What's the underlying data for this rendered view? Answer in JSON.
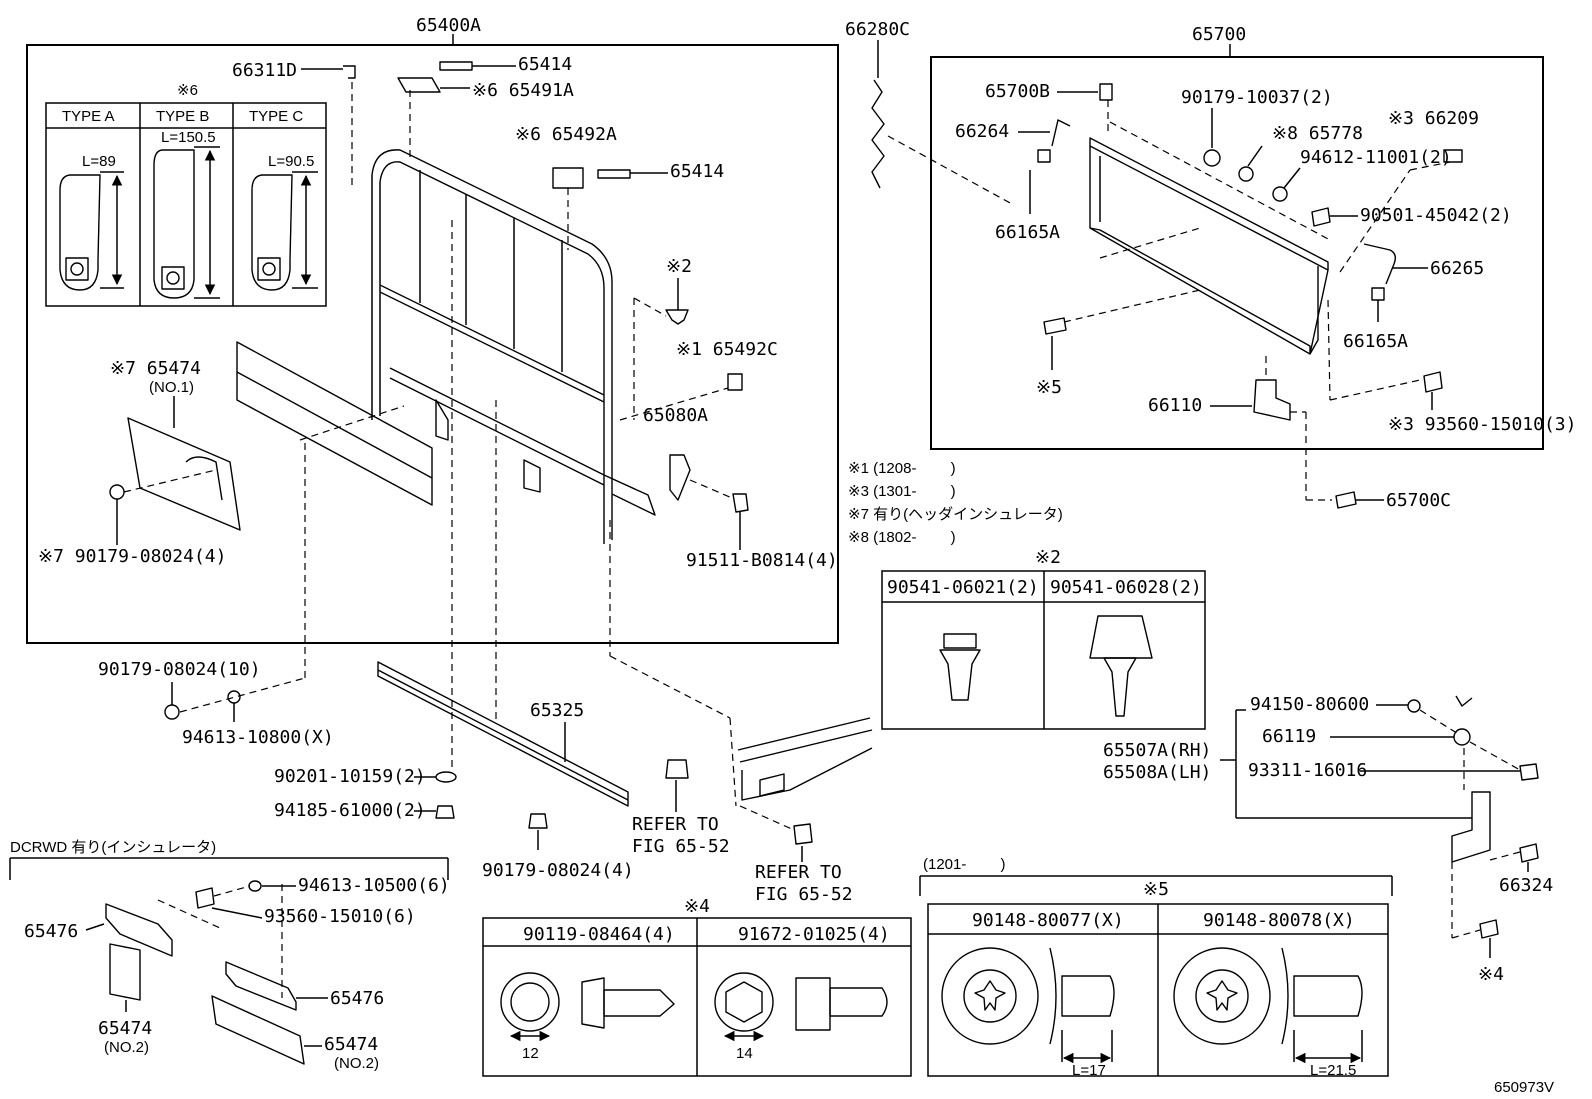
{
  "left_assembly": {
    "main": "65400A",
    "c66311D": "66311D",
    "c65414a": "65414",
    "c65491A": "※6 65491A",
    "c65492A": "※6 65492A",
    "c65414b": "65414",
    "m2": "※2",
    "c65492C": "※1 65492C",
    "c65080A": "65080A",
    "c65474": "※7 65474",
    "c65474_sub": "(NO.1)",
    "c90179_4": "※7 90179-08024(4)",
    "c91511": "91511-B0814(4)"
  },
  "type_table": {
    "title": "※6",
    "cols": [
      "TYPE A",
      "TYPE B",
      "TYPE C"
    ],
    "lengths": [
      "L=89",
      "L=150.5",
      "L=90.5"
    ]
  },
  "right_assembly": {
    "c66280C": "66280C",
    "main": "65700",
    "c65700B": "65700B",
    "c66264": "66264",
    "c66165A_l": "66165A",
    "c90179_10037": "90179-10037(2)",
    "c65778": "※8 65778",
    "c94612": "94612-11001(2)",
    "c66209": "※3 66209",
    "c90501": "90501-45042(2)",
    "c66265": "66265",
    "c66165A_r": "66165A",
    "m5": "※5",
    "c66110": "66110",
    "c93560_3": "※3 93560-15010(3)",
    "c65700C": "65700C"
  },
  "notes": [
    "※1 (1208-　　 )",
    "※3 (1301-　　 )",
    "※7 有り(ヘッダインシュレータ)",
    "※8 (1802-　　 )"
  ],
  "box2": {
    "title": "※2",
    "p1": "90541-06021(2)",
    "p2": "90541-06028(2)"
  },
  "lower": {
    "c90179_10": "90179-08024(10)",
    "c94613_x": "94613-10800(X)",
    "c65325": "65325",
    "c90201": "90201-10159(2)",
    "c94185": "94185-61000(2)",
    "c90179_4b": "90179-08024(4)",
    "ref1a": "REFER TO",
    "ref1b": "FIG 65-52",
    "ref2a": "REFER TO",
    "ref2b": "FIG 65-52"
  },
  "hinge": {
    "c94150": "94150-80600",
    "c66119": "66119",
    "c93311": "93311-16016",
    "c65507A": "65507A(RH)",
    "c65508A": "65508A(LH)",
    "c66324": "66324",
    "m4": "※4"
  },
  "dcrwd": {
    "title": "DCRWD 有り(インシュレータ)",
    "c65476_l": "65476",
    "c65474_l": "65474",
    "c65474_l_sub": "(NO.2)",
    "c94613_6": "94613-10500(6)",
    "c93560_6": "93560-15010(6)",
    "c65476_r": "65476",
    "c65474_r": "65474",
    "c65474_r_sub": "(NO.2)"
  },
  "box4": {
    "title": "※4",
    "p1": "90119-08464(4)",
    "p2": "91672-01025(4)",
    "d1": "12",
    "d2": "14"
  },
  "box5": {
    "range": "(1201-　　 )",
    "title": "※5",
    "p1": "90148-80077(X)",
    "p2": "90148-80078(X)",
    "l1": "L=17",
    "l2": "L=21.5"
  },
  "figure_code": "650973V"
}
